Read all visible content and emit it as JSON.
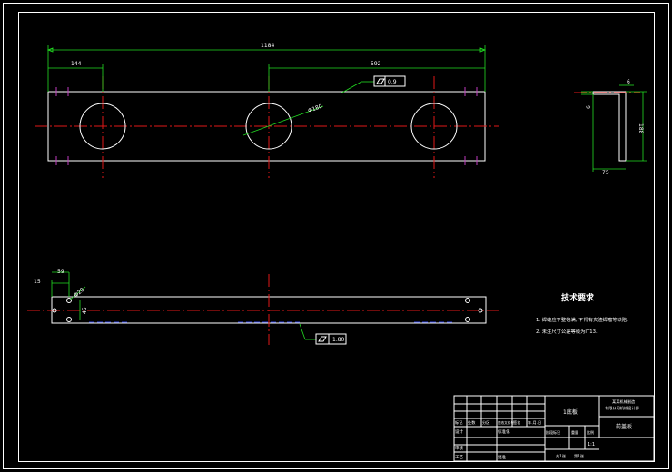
{
  "drawing": {
    "top_view": {
      "overall_length": "1184",
      "left_offset": "144",
      "hole_spacing": "592",
      "hole_diameter": "Φ180",
      "flatness": "0.9"
    },
    "side_view": {
      "width": "6",
      "height": "188",
      "depth": "75"
    },
    "bottom_view": {
      "dim_15": "15",
      "dim_59": "59",
      "small_hole": "Φ20",
      "dim_45": "45",
      "flatness": "1.80"
    },
    "tech_requirements": {
      "title": "技术要求",
      "items": [
        "1. 焊缝应平整饱满, 不得有夹渣焊瘤等缺陷.",
        "2. 未注尺寸公差等级为IT13."
      ]
    },
    "title_block": {
      "part_name": "1底板",
      "org_lines": [
        "某某机械制造",
        "有限公司机械设计部"
      ],
      "drawing_title": "前盖板",
      "labels": {
        "r1": [
          "标记",
          "处数",
          "分区",
          "更改文件号",
          "签名",
          "年.月.日"
        ],
        "r2": [
          "设计",
          "标准化"
        ],
        "r3": [
          "阶段标记",
          "重量",
          "比例"
        ],
        "scale": "1:1",
        "r4": [
          "审核"
        ],
        "r5": [
          "工艺",
          "批准"
        ],
        "r6": [
          "共1张",
          "第1张"
        ]
      }
    }
  }
}
